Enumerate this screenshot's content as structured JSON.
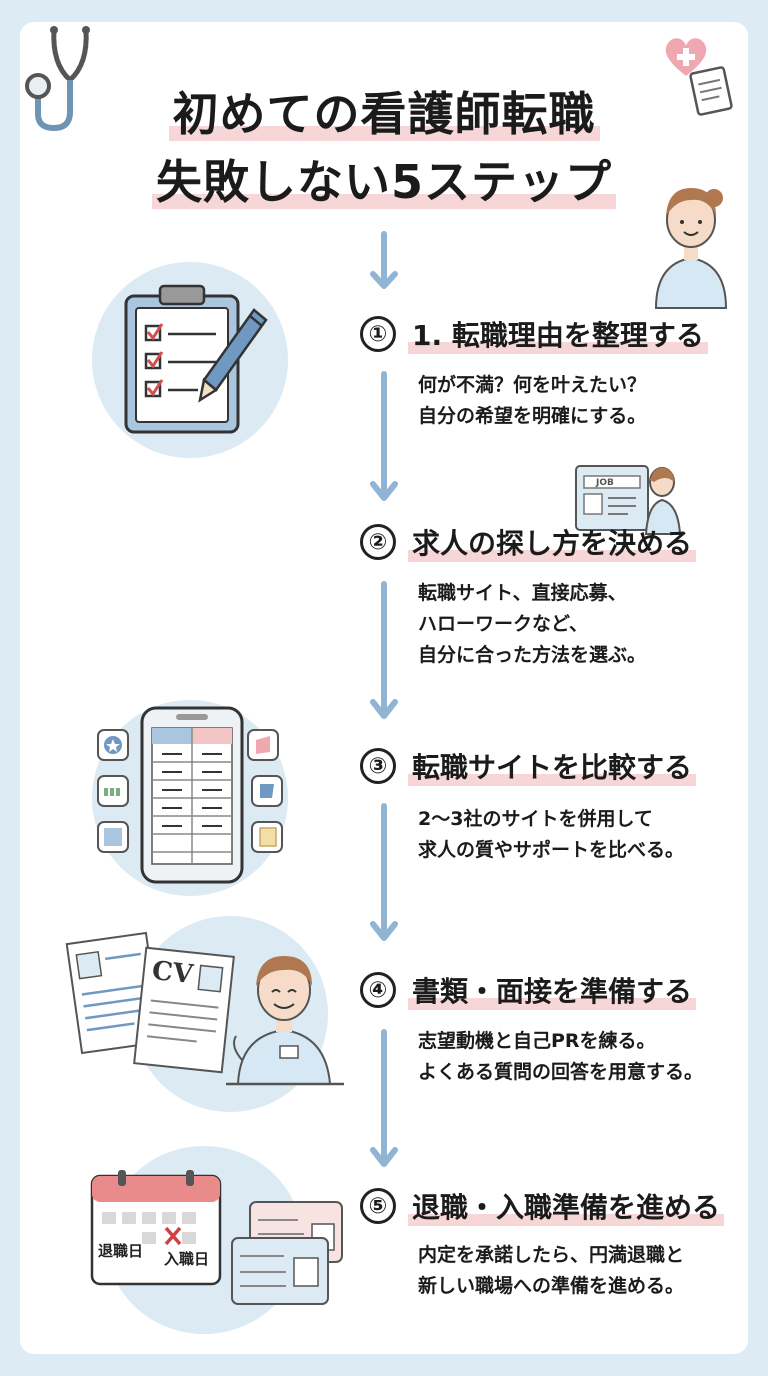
{
  "title": {
    "line1": "初めての看護師転職",
    "line2": "失敗しない5ステップ"
  },
  "steps": [
    {
      "num": "①",
      "title": "1. 転職理由を整理する",
      "desc": [
        "何が不満？何を叶えたい？",
        "自分の希望を明確にする。"
      ]
    },
    {
      "num": "②",
      "title": "求人の探し方を決める",
      "desc": [
        "転職サイト、直接応募、",
        "ハローワークなど、",
        "自分に合った方法を選ぶ。"
      ]
    },
    {
      "num": "③",
      "title": "転職サイトを比較する",
      "desc": [
        "2〜3社のサイトを併用して",
        "求人の質やサポートを比べる。"
      ]
    },
    {
      "num": "④",
      "title": "書類・面接を準備する",
      "desc": [
        "志望動機と自己PRを練る。",
        "よくある質問の回答を用意する。"
      ]
    },
    {
      "num": "⑤",
      "title": "退職・入職準備を進める",
      "desc": [
        "内定を承諾したら、円満退職と",
        "新しい職場への準備を進める。"
      ]
    }
  ],
  "illustrations": {
    "job_board_label": "JOB",
    "resume_label": "CV",
    "calendar_retire": "退職日",
    "calendar_join": "入職日",
    "icons": [
      "stethoscope-icon",
      "heart-cross-icon",
      "clipboard-icon",
      "pen-icon",
      "smartphone-icon",
      "resume-icon",
      "calendar-icon",
      "id-card-icon"
    ]
  },
  "colors": {
    "accent_blue": "#8fb4d4",
    "highlight_pink": "#f6d6d6",
    "circle_bg": "#dceaf3",
    "heart_pink": "#f0a8b0"
  }
}
